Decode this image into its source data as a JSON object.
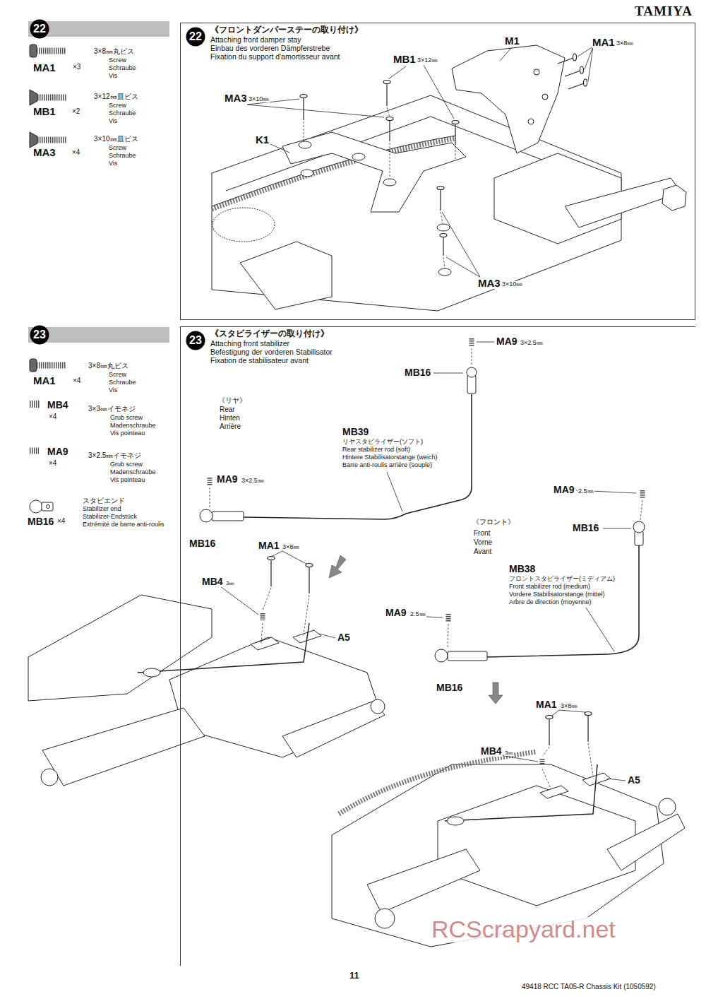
{
  "diagram": {
    "nodes": [
      {
        "text": [
          "22"
        ]
      },
      {
        "text": [
          "《フロントダンパーステーの取り付け》",
          "Attaching front damper stay",
          "Einbau des vorderen Dämpferstrebe",
          "Fixation du support d'amortisseur avant"
        ]
      },
      {
        "text": [
          "22"
        ],
        "in": 1
      },
      {
        "text": [
          "23"
        ]
      },
      {
        "text": [
          "《スタビライザーの取り付け》",
          "Attaching front stabilizer",
          "Befestigung der vorderen Stabilisator",
          "Fixation de stabilisateur avant"
        ]
      },
      {
        "text": [
          "23"
        ],
        "in": 4
      }
    ],
    "labels": [
      "TAMIYA",
      "3×8㎜丸ビス",
      "Screw",
      "Schraube",
      "Vis",
      "MA1",
      "×3",
      "3×12㎜皿ビス",
      "Screw",
      "Schraube",
      "Vis",
      "MB1",
      "×2",
      "3×10㎜皿ビス",
      "Screw",
      "Schraube",
      "Vis",
      "MA3",
      "×4",
      "M1",
      "MA1",
      "3×8㎜",
      "MB1",
      "3×12㎜",
      "MA3",
      "3×10㎜",
      "K1",
      "MA3",
      "3×10㎜",
      "3×8㎜丸ビス",
      "Screw",
      "Schraube",
      "Vis",
      "MA1",
      "×4",
      "3×3㎜イモネジ",
      "Grub screw",
      "Madenschraube",
      "Vis pointeau",
      "MB4",
      "×4",
      "3×2.5㎜イモネジ",
      "Grub screw",
      "Madenschraube",
      "Vis pointeau",
      "MA9",
      "×4",
      "スタビエンド",
      "Stabilizer end",
      "Stabilizer-Endstück",
      "Extrémité de barre anti-roulis",
      "MB16",
      "×4",
      "MA9",
      "3×2.5㎜",
      "MB16",
      "《リヤ》",
      "Rear",
      "Hinten",
      "Arrière",
      "MB39",
      "リヤスタビライザー(ソフト)",
      "Rear stabilizer rod (soft)",
      "Hintere Stabilisatorstange (weich)",
      "Barre anti-roulis arrière (souple)",
      "MA9",
      "3×2.5㎜",
      "MB16",
      "MA9",
      "2.5㎜",
      "MB16",
      "《フロント》",
      "Front",
      "Vorne",
      "Avant",
      "MA1",
      "3×8㎜",
      "MB4",
      "3㎜",
      "A5",
      "MB38",
      "フロントスタビライザー(ミディアム)",
      "Front stabilizer rod (medium)",
      "Vordere Stabilisatorstange (mittel)",
      "Arbre de direction (moyenne)",
      "MA9",
      "2.5㎜",
      "MB16",
      "MA1",
      "3×8㎜",
      "MB4",
      "3㎜",
      "A5",
      "RCScrapyard.net",
      "11",
      "49418 RCC TA05-R Chassis Kit (1050592)"
    ]
  }
}
